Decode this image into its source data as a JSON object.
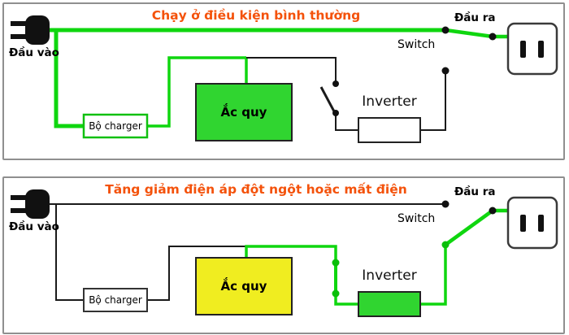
{
  "colors": {
    "wire_green": "#0fd60f",
    "wire_black": "#1a1a1a",
    "dot_black": "#111111",
    "dot_green": "#0abf0a",
    "title_orange": "#f4520b",
    "battery_green": "#30d530",
    "battery_yellow": "#f0ed20",
    "inverter_green": "#30d530",
    "box_white": "#ffffff",
    "panel_border": "#8f8f8f"
  },
  "panels": [
    {
      "title": "Chạy ở điều kiện bình thường",
      "input_label": "Đầu vào",
      "output_label": "Đầu ra",
      "switch_label": "Switch",
      "charger_label": "Bộ charger",
      "battery_label": "Ắc quy",
      "inverter_label": "Inverter",
      "battery_fill": "#30d530",
      "inverter_fill": "#ffffff",
      "charger_stroke": "#10c010"
    },
    {
      "title": "Tăng giảm điện áp đột ngột hoặc mất điện",
      "input_label": "Đầu vào",
      "output_label": "Đầu ra",
      "switch_label": "Switch",
      "charger_label": "Bộ charger",
      "battery_label": "Ắc quy",
      "inverter_label": "Inverter",
      "battery_fill": "#f0ed20",
      "inverter_fill": "#30d530",
      "charger_stroke": "#333333"
    }
  ]
}
